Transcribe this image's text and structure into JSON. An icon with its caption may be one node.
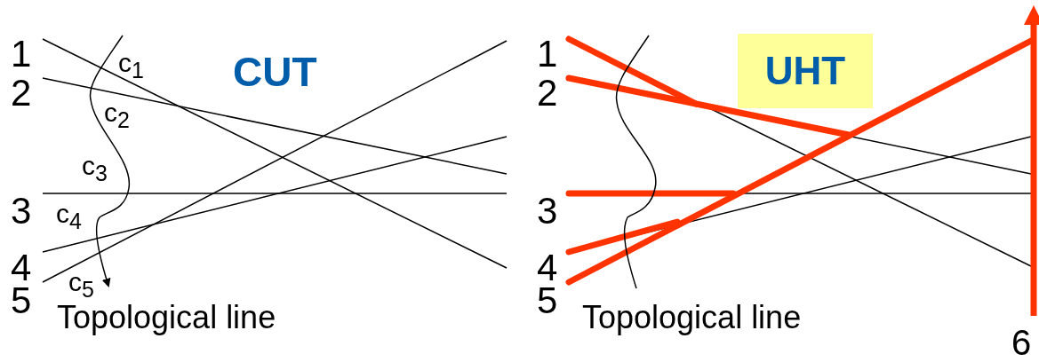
{
  "diagram": {
    "nodes": [
      {
        "text": [
          "UHT"
        ]
      }
    ],
    "labels": [
      "1",
      "c$_{1}$",
      "CUT",
      "2",
      "c$_{2}$",
      "c$_{3}$",
      "3",
      "c$_{4}$",
      "4",
      "c$_{5}$",
      "5",
      "Topological line",
      "1",
      "2",
      "3",
      "4",
      "5",
      "Topological line",
      "6"
    ]
  }
}
